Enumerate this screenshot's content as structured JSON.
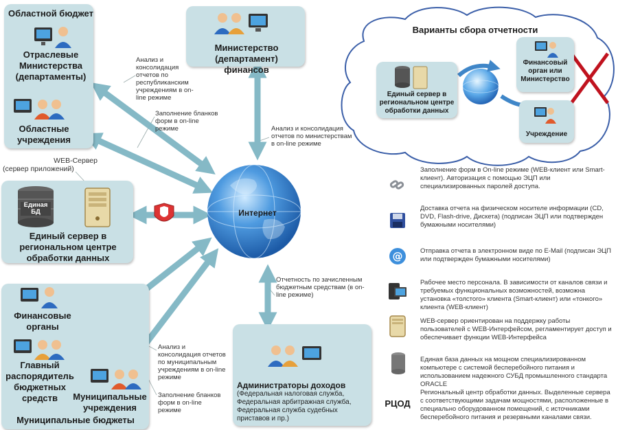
{
  "regional_budget": {
    "title": "Областной бюджет",
    "ministries": "Отраслевые Министерства (департаменты)",
    "institutions": "Областные учреждения"
  },
  "ministry_finance": {
    "title": "Министерство (департамент) финансов"
  },
  "web_server": {
    "title": "WEB-Сервер",
    "subtitle": "(сервер приложений)"
  },
  "central_server": {
    "db_label": "Единая БД",
    "title": "Единый сервер в региональном центре обработки данных"
  },
  "internet": {
    "label": "Интернет"
  },
  "municipal": {
    "finance_bodies": "Финансовые органы",
    "chief_manager": "Главный распорядитель бюджетных средств",
    "institutions": "Муниципальные учреждения",
    "title": "Муниципальные бюджеты"
  },
  "revenue_admins": {
    "title": "Администраторы доходов",
    "detail": "(Федеральная налоговая служба, Федеральная арбитражная служба, Федеральная служба судебных приставов и пр.)"
  },
  "notes": {
    "analysis_republic": "Анализ и консолидация отчетов по республиканским учреждениям в on-line режиме",
    "forms_top": "Заполнение бланков форм в on-line режиме",
    "analysis_ministries": "Анализ и консолидация отчетов по министерствам в on-line режиме",
    "reporting_funds": "Отчетность по зачисленным бюджетным средствам (в on-line режиме)",
    "analysis_municipal": "Анализ и консолидация отчетов по муниципальным учреждениям в on-line режиме",
    "forms_bottom": "Заполнение бланков форм в on-line режиме"
  },
  "cloud": {
    "title": "Варианты сбора отчетности",
    "server": "Единый сервер в региональном центре обработки данных",
    "finance": "Финансовый орган или Министерство",
    "institution": "Учреждение"
  },
  "legend": [
    {
      "icon": "chain-link-icon",
      "text": "Заполнение форм в On-line режиме (WEB-клиент или Smart-клиент). Авторизация с помощью ЭЦП или специализированных паролей доступа."
    },
    {
      "icon": "floppy-disk-icon",
      "text": "Доставка отчета на физическом носителе информации (CD, DVD, Flash-drive, Дискета) (подписан ЭЦП или подтвержден бумажными носителями)"
    },
    {
      "icon": "email-at-icon",
      "text": "Отправка отчета в электронном виде по E-Mail (подписан ЭЦП или подтвержден бумажными носителями)"
    },
    {
      "icon": "workstation-icon",
      "text": "Рабочее место персонала. В зависимости от каналов связи и требуемых функциональных возможностей, возможна установка «толстого» клиента (Smart-клиент) или «тонкого» клиента (WEB-клиент)"
    },
    {
      "icon": "web-server-icon",
      "text": "WEB-сервер ориентирован на поддержку работы пользователей с WEB-Интерфейсом, регламентирует доступ и обеспечивает функции WEB-Интерфейса"
    },
    {
      "icon": "database-icon",
      "text": "Единая база данных на мощном специализированном компьютере с системой бесперебойного питания и использованием надежного СУБД промышленного стандарта ORACLE"
    },
    {
      "icon": "rcod-label",
      "label": "РЦОД",
      "text": "Региональный центр обработки данных. Выделенные сервера с соответствующими задачам мощностями, расположенные в специально оборудованном помещений, с источниками бесперебойного питания и резервными каналами связи."
    }
  ],
  "colors": {
    "box": "#c9e0e5",
    "arrow": "#7fb6c4",
    "globe": "#2f7fc8"
  }
}
